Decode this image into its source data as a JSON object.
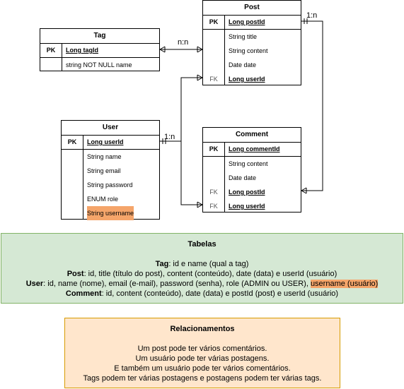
{
  "tag": {
    "title": "Tag",
    "pk": {
      "key": "PK",
      "field": "Long tagId"
    },
    "rows": [
      "string NOT NULL name"
    ]
  },
  "post": {
    "title": "Post",
    "pk": {
      "key": "PK",
      "field": "Long postId"
    },
    "rows": [
      "String title",
      "String content",
      "Date date"
    ],
    "fk": {
      "key": "FK",
      "field": "Long userId"
    }
  },
  "user": {
    "title": "User",
    "pk": {
      "key": "PK",
      "field": "Long userId"
    },
    "rows": [
      "String name",
      "String email",
      "String password",
      "ENUM role",
      "String username"
    ]
  },
  "comment": {
    "title": "Comment",
    "pk": {
      "key": "PK",
      "field": "Long commentId"
    },
    "rows": [
      "String content",
      "Date date"
    ],
    "fks": [
      {
        "key": "FK",
        "field": "Long postId"
      },
      {
        "key": "FK",
        "field": "Long userId"
      }
    ]
  },
  "relations": {
    "tag_post": "n:n",
    "post_comment": "1:n",
    "user_post": "1:n"
  },
  "tabelas": {
    "title": "Tabelas",
    "lines": [
      {
        "name": "Tag",
        "text": ": id e name (qual a tag)"
      },
      {
        "name": "Post",
        "text": ": id, title (título do post), content (conteúdo), date (data) e userId (usuário)"
      },
      {
        "name": "User",
        "text": ": id, name (nome), email (e-mail), password (senha), role (ADMIN ou USER), ",
        "highlight": "username (usuário)"
      },
      {
        "name": "Comment",
        "text": ": id, content (conteúdo), date (data) e postId (post) e userId (usuário)"
      }
    ]
  },
  "relacionamentos": {
    "title": "Relacionamentos",
    "lines": [
      "Um post pode ter vários comentários.",
      "Um usuário pode ter várias postagens.",
      "E também um usuário pode ter vários comentários.",
      "Tags podem ter várias postagens e postagens podem ter várias tags."
    ]
  },
  "colors": {
    "tabelas_bg": "#d5e8d4",
    "tabelas_border": "#82b366",
    "relacionamentos_bg": "#ffe6cc",
    "relacionamentos_border": "#d79b00",
    "highlight": "#f5a56a"
  }
}
